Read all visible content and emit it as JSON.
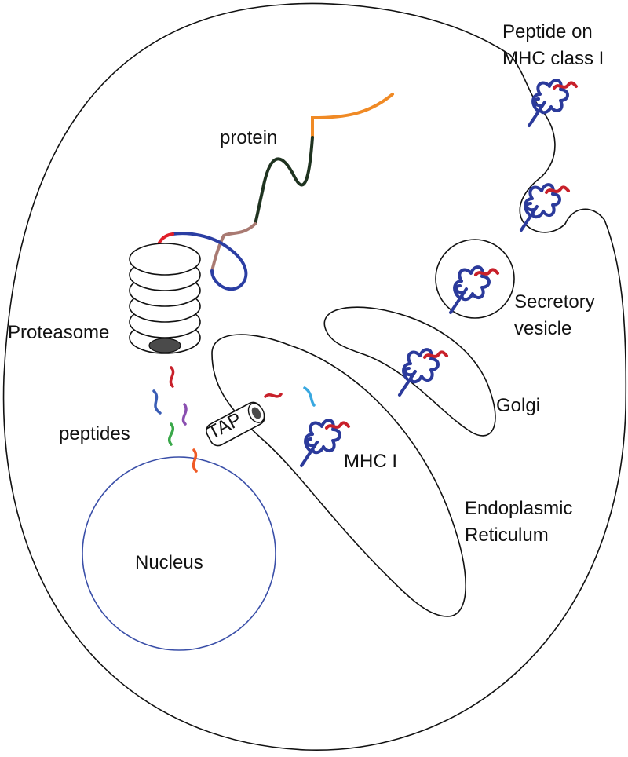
{
  "labels": {
    "protein": "protein",
    "proteasome": "Proteasome",
    "peptides": "peptides",
    "tap": "TAP",
    "mhc1": "MHC I",
    "golgi": "Golgi",
    "secretory_line1": "Secretory",
    "secretory_line2": "vesicle",
    "er_line1": "Endoplasmic",
    "er_line2": "Reticulum",
    "nucleus": "Nucleus",
    "surface_line1": "Peptide on",
    "surface_line2": "MHC class I"
  },
  "colors": {
    "mhc": "#2b3a9b",
    "peptide_bound": "#c8202a",
    "nucleus_outline": "#3a4fa8",
    "protein_orange": "#f08a25",
    "protein_dark": "#1f3320",
    "protein_mauve": "#a97a72",
    "protein_blue": "#2b3ea3",
    "protein_red": "#e0202a",
    "peptide_red": "#c8202a",
    "peptide_blue": "#3a5db5",
    "peptide_purple": "#8a4fb0",
    "peptide_green": "#3aa84a",
    "peptide_orange": "#f05a25",
    "peptide_lightblue": "#39a8e0"
  }
}
